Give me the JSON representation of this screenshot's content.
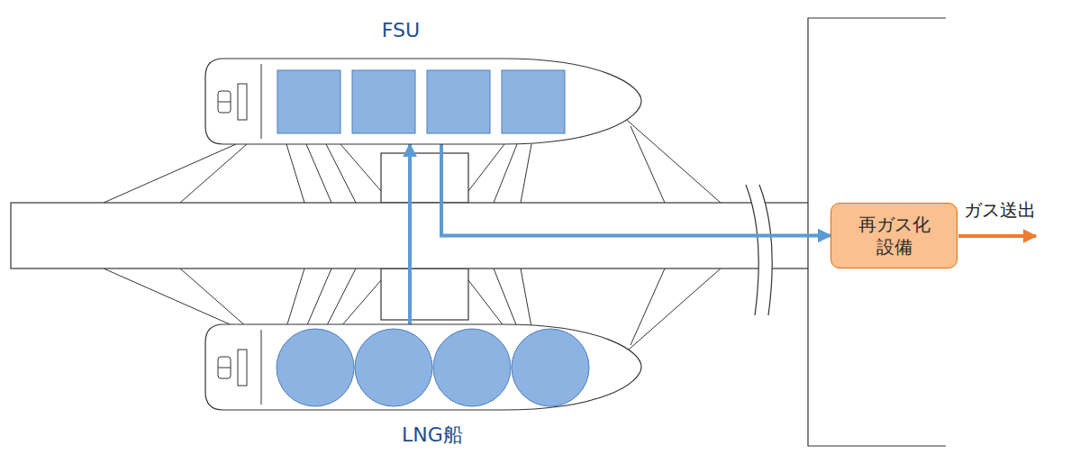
{
  "diagram": {
    "nodes": [
      {
        "text": [
          "FSU"
        ]
      },
      {
        "text": [
          "LNG船"
        ]
      },
      {
        "text": [
          "再ガス化 設備"
        ]
      }
    ],
    "edges": [
      {
        "from": 1,
        "to": 0,
        "arrow": "to"
      },
      {
        "from": 0,
        "to": 2,
        "arrow": "to"
      }
    ],
    "labels": [
      "ガス送出"
    ]
  }
}
